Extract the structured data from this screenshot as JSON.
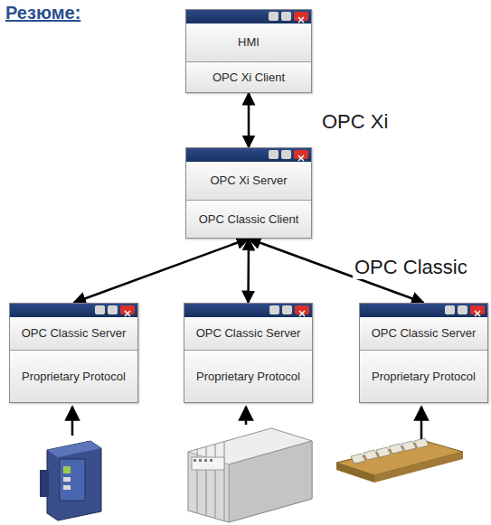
{
  "diagram": {
    "title": "Резюме:",
    "nodes": [
      {
        "text": [
          "HMI",
          "OPC Xi Client"
        ]
      },
      {
        "text": [
          "OPC Xi Server",
          "OPC Classic Client"
        ]
      },
      {
        "text": [
          "OPC Classic Server",
          "Proprietary Protocol"
        ]
      },
      {
        "text": [
          "OPC Classic Server",
          "Proprietary Protocol"
        ]
      },
      {
        "text": [
          "OPC Classic Server",
          "Proprietary Protocol"
        ]
      }
    ],
    "edges": [
      {
        "from": 0,
        "to": 1,
        "arrow": "both",
        "label": "OPC Xi"
      },
      {
        "from": 1,
        "to": 2,
        "arrow": "both"
      },
      {
        "from": 1,
        "to": 3,
        "arrow": "both"
      },
      {
        "from": 1,
        "to": 4,
        "arrow": "both",
        "label": "OPC Classic"
      }
    ]
  }
}
